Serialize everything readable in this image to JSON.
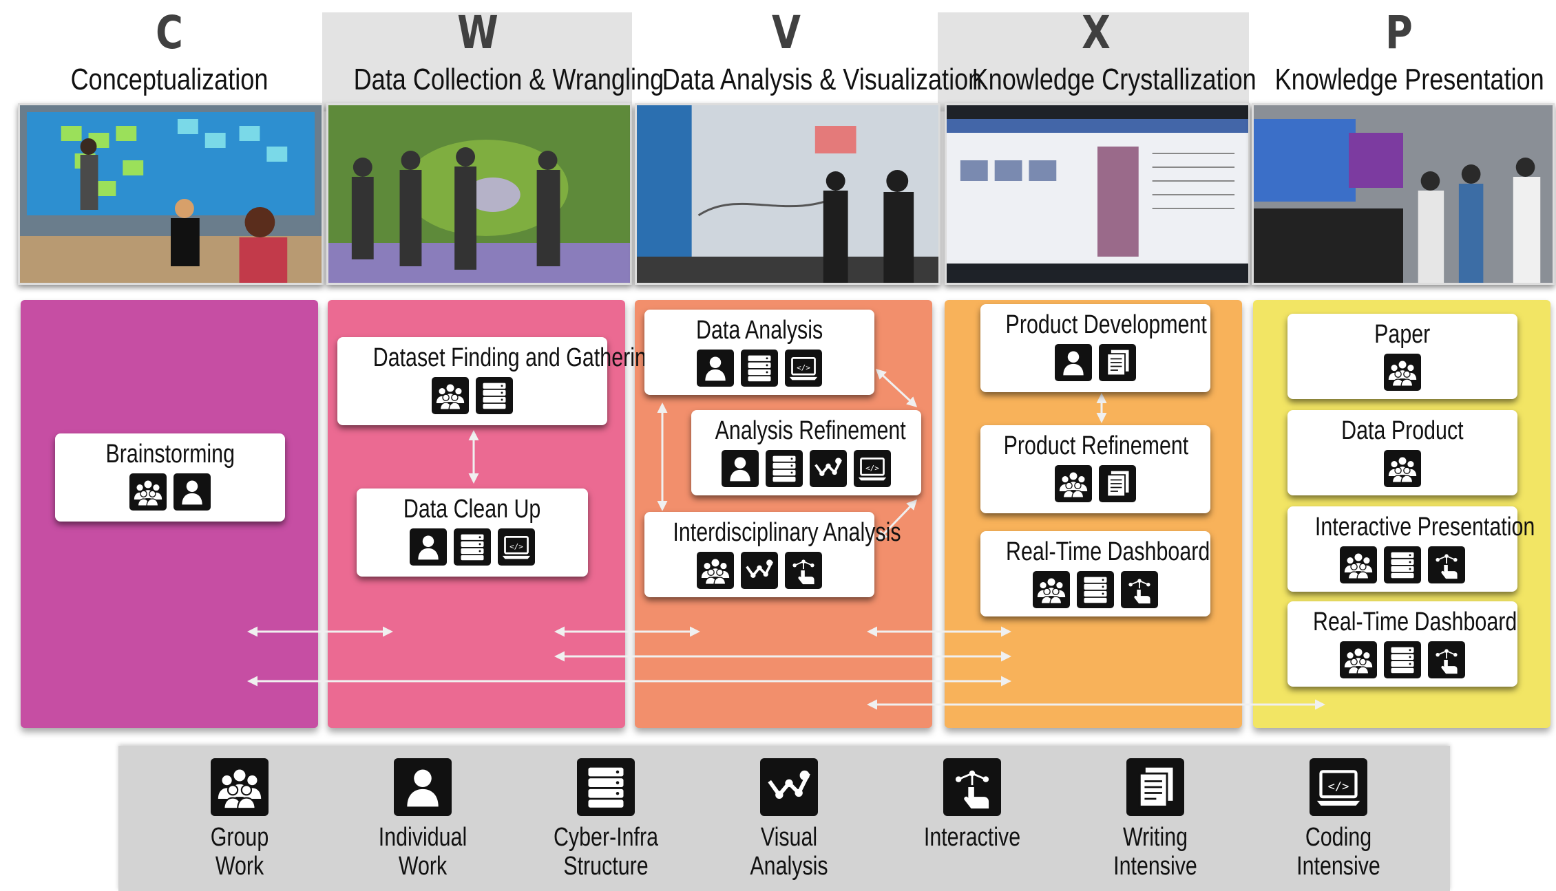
{
  "columns": [
    {
      "letter": "C",
      "name": "Conceptualization"
    },
    {
      "letter": "W",
      "name": "Data Collection & Wrangling"
    },
    {
      "letter": "V",
      "name": "Data Analysis & Visualization"
    },
    {
      "letter": "X",
      "name": "Knowledge Crystallization"
    },
    {
      "letter": "P",
      "name": "Knowledge Presentation"
    }
  ],
  "colors": {
    "c": "#c64ea3",
    "w": "#eb6a92",
    "v": "#f28f6c",
    "x": "#f8b25a",
    "p": "#f2e564"
  },
  "boxes": {
    "brainstorming": "Brainstorming",
    "dataset_finding": "Dataset Finding and Gathering",
    "data_clean_up": "Data Clean Up",
    "data_analysis": "Data Analysis",
    "analysis_refinement": "Analysis Refinement",
    "interdisciplinary": "Interdisciplinary Analysis",
    "product_development": "Product Development",
    "product_refinement": "Product Refinement",
    "realtime_dashboard_x": "Real-Time Dashboard",
    "paper": "Paper",
    "data_product": "Data Product",
    "interactive_presentation": "Interactive Presentation",
    "realtime_dashboard_p": "Real-Time Dashboard"
  },
  "legend": [
    {
      "icon": "group-work-icon",
      "label": "Group\nWork"
    },
    {
      "icon": "individual-work-icon",
      "label": "Individual\nWork"
    },
    {
      "icon": "cyber-infrastructure-icon",
      "label": "Cyber-Infra\nStructure"
    },
    {
      "icon": "visual-analysis-icon",
      "label": "Visual\nAnalysis"
    },
    {
      "icon": "interactive-icon",
      "label": "Interactive"
    },
    {
      "icon": "writing-intensive-icon",
      "label": "Writing\nIntensive"
    },
    {
      "icon": "coding-intensive-icon",
      "label": "Coding\nIntensive"
    }
  ]
}
